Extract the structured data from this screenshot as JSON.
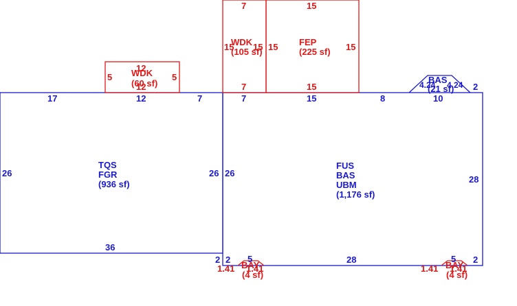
{
  "colors": {
    "main": "#1a1acc",
    "addon": "#e01818",
    "background": "#ffffff"
  },
  "areas": {
    "garage": {
      "codes": [
        "TQS",
        "FGR"
      ],
      "area": "(936 sf)"
    },
    "house": {
      "codes": [
        "FUS",
        "BAS",
        "UBM"
      ],
      "area": "(1,176 sf)"
    },
    "wdk_small": {
      "code": "WDK",
      "area": "(60 sf)"
    },
    "wdk_tall": {
      "code": "WDK",
      "area": "(105 sf)"
    },
    "fep": {
      "code": "FEP",
      "area": "(225 sf)"
    },
    "bas_bay": {
      "code": "BAS",
      "area": "(21 sf)",
      "dims": "4.24",
      "dims2": "4.24"
    },
    "bay_left": {
      "code": "BAY",
      "area": "(4 sf)",
      "diag": "1.41",
      "diag2": "1.41"
    },
    "bay_right": {
      "code": "BAY",
      "area": "(4 sf)",
      "diag": "1.41",
      "diag2": "1.41"
    }
  },
  "dims": {
    "garage_top_left": "17",
    "garage_top_mid": "12",
    "garage_top_right": "7",
    "garage_left": "26",
    "garage_right": "26",
    "garage_bottom": "36",
    "house_left": "26",
    "house_top_left": "7",
    "house_top_mid": "15",
    "house_top_right": "8",
    "house_top_bay": "10",
    "house_right_top": "2",
    "house_right": "28",
    "house_bottom": "28",
    "house_bottom_left_2": "2",
    "house_bottom_left_2b": "2",
    "house_bottom_left_5": "5",
    "house_bottom_right_5": "5",
    "house_bottom_right_2": "2",
    "wdk_small_top": "12",
    "wdk_small_bottom": "12",
    "wdk_small_left": "5",
    "wdk_small_right": "5",
    "wdk_tall_top": "7",
    "wdk_tall_bottom": "7",
    "wdk_tall_left": "15",
    "wdk_tall_right": "15",
    "fep_top": "15",
    "fep_bottom": "15",
    "fep_left": "15",
    "fep_right": "15"
  }
}
